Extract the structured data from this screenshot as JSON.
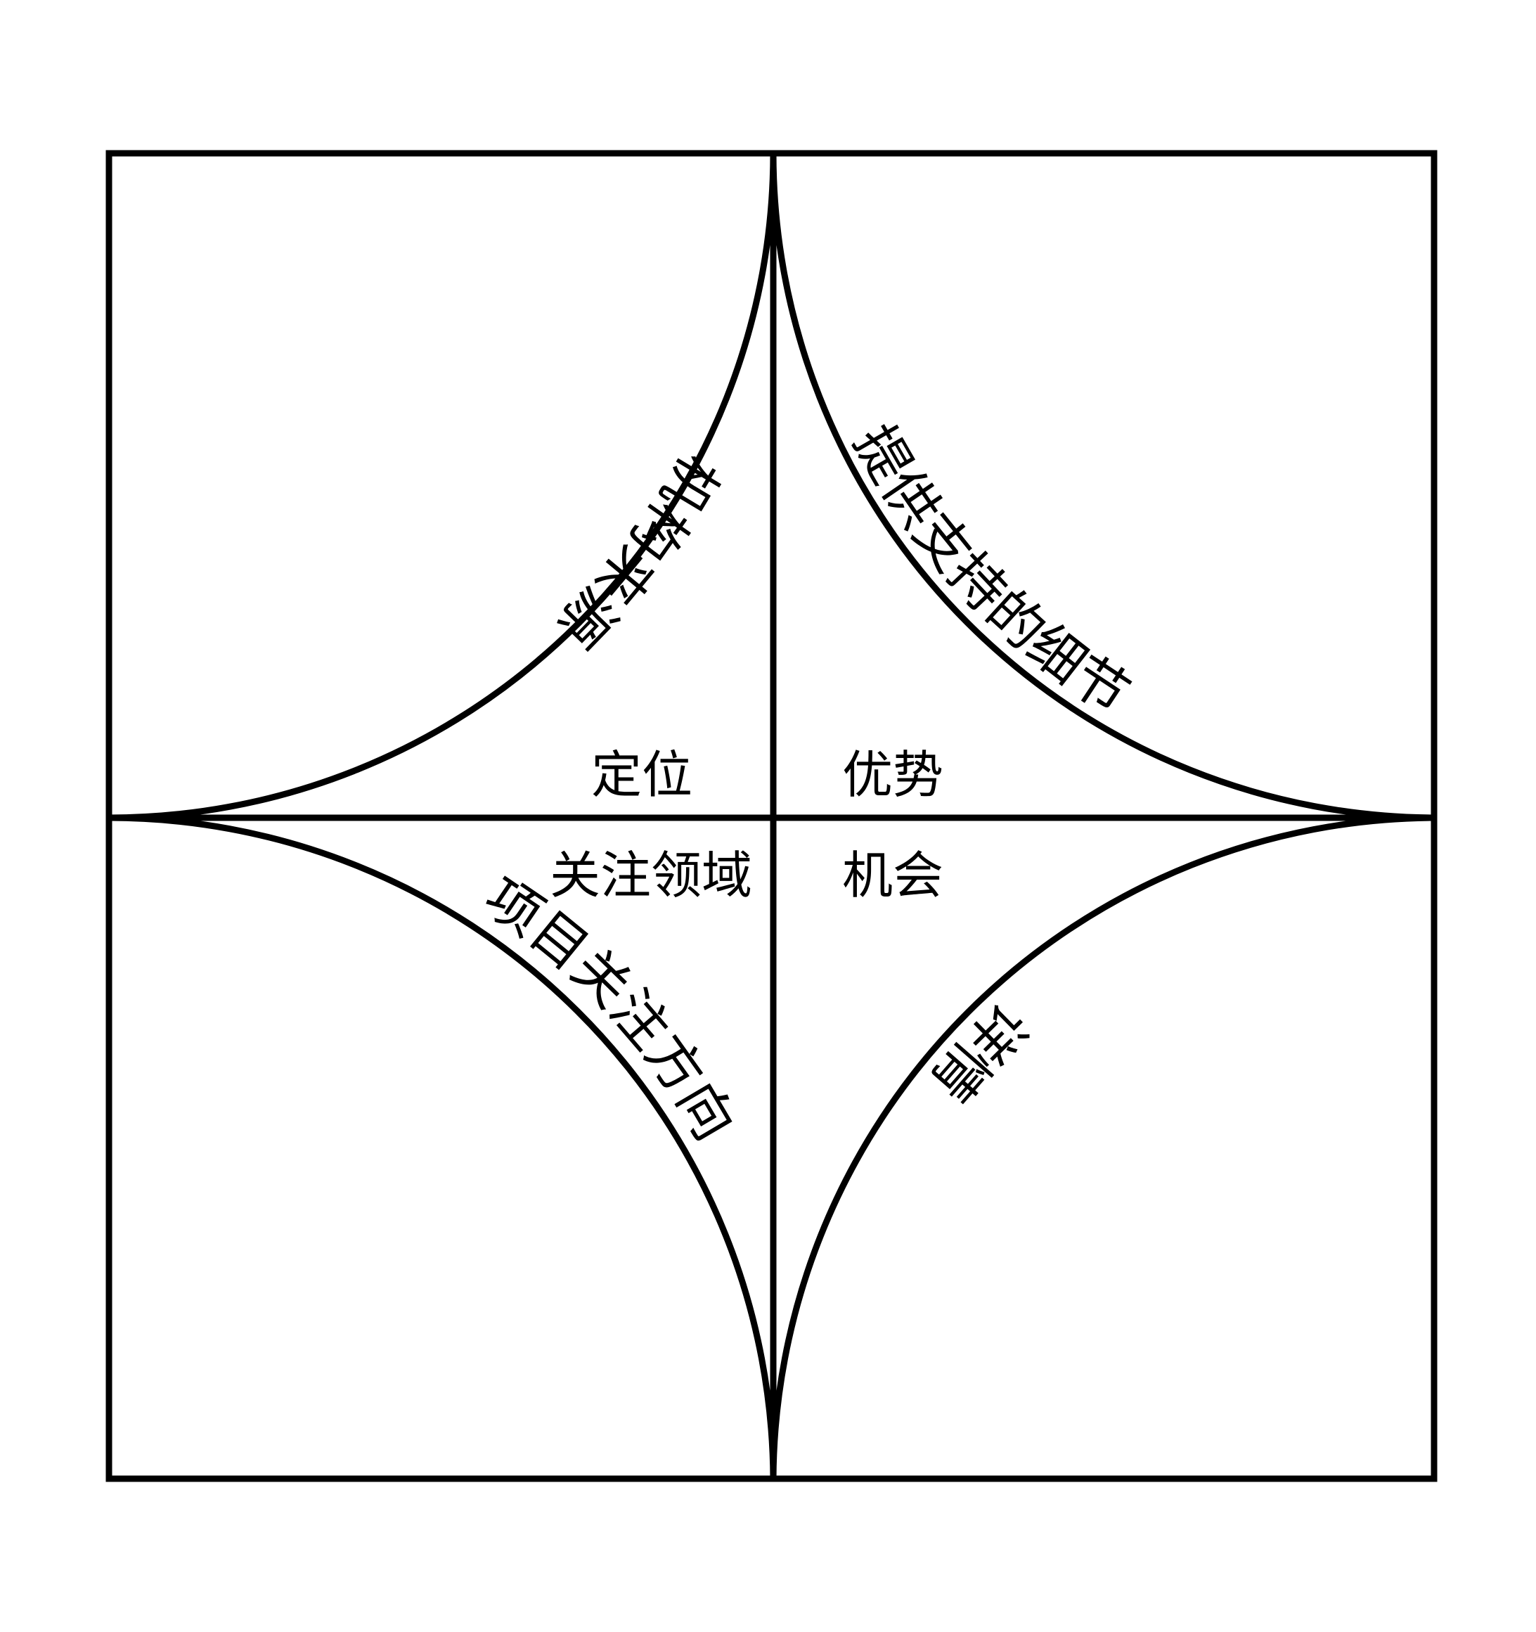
{
  "quadrants": {
    "top_left": {
      "label": "定位",
      "arc_text": "机构来源"
    },
    "top_right": {
      "label": "优势",
      "arc_text": "提供支持的细节"
    },
    "bottom_left": {
      "label": "关注领域",
      "arc_text": "项目关注方向"
    },
    "bottom_right": {
      "label": "机会",
      "arc_text": "详情"
    }
  }
}
